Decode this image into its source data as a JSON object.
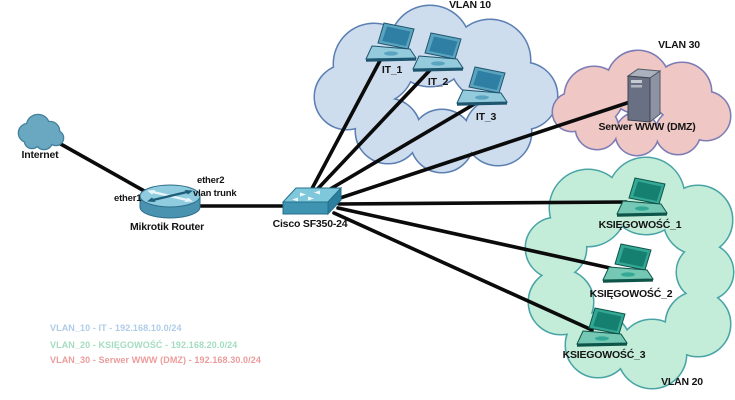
{
  "zones": {
    "vlan10": {
      "label": "VLAN 10",
      "fill": "#cdddee",
      "stroke": "#5b7fb2"
    },
    "vlan20": {
      "label": "VLAN 20",
      "fill": "#c3edd9",
      "stroke": "#4aa4a6"
    },
    "vlan30": {
      "label": "VLAN 30",
      "fill": "#efc7c5",
      "stroke": "#7d7cb5"
    }
  },
  "devices": {
    "internet": {
      "label": "Internet"
    },
    "router": {
      "label": "Mikrotik Router"
    },
    "switch": {
      "label": "Cisco SF350-24"
    },
    "it1": {
      "label": "IT_1"
    },
    "it2": {
      "label": "IT_2"
    },
    "it3": {
      "label": "IT_3"
    },
    "server": {
      "label": "Serwer WWW (DMZ)"
    },
    "ksiegowosc1": {
      "label": "KSIĘGOWOŚĆ_1"
    },
    "ksiegowosc2": {
      "label": "KSIĘGOWOŚĆ_2"
    },
    "ksiegowosc3": {
      "label": "KSIEGOWOŚĆ_3"
    }
  },
  "ports": {
    "ether1": "ether1",
    "ether2": "ether2",
    "vlan_trunk": "vlan trunk"
  },
  "legend": {
    "items": [
      {
        "text": "VLAN_10 - IT - 192.168.10.0/24",
        "color": "#aecce8"
      },
      {
        "text": "VLAN_20 - KSIĘGOWOŚĆ - 192.168.20.0/24",
        "color": "#a3dcc1"
      },
      {
        "text": "VLAN_30 - Serwer WWW (DMZ) - 192.168.30.0/24",
        "color": "#ec9c9c"
      }
    ]
  },
  "link_color": "#0b0b0b"
}
